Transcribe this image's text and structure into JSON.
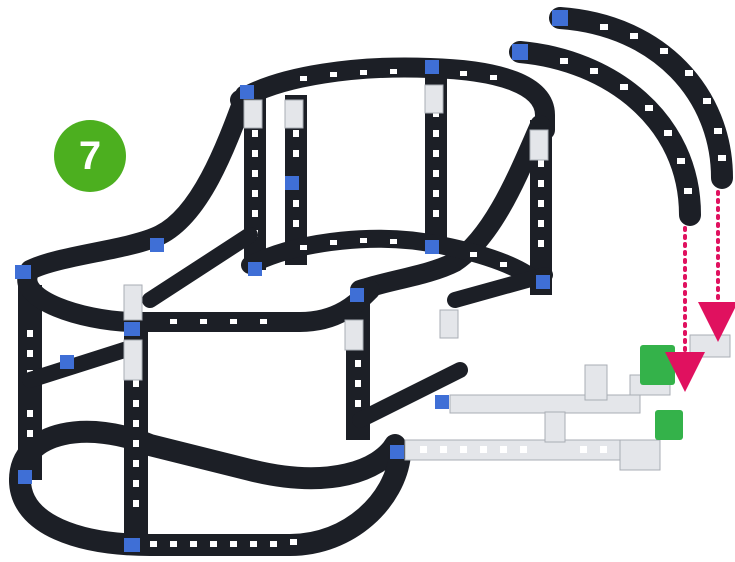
{
  "step": {
    "number": "7"
  },
  "colors": {
    "badge": "#4caf1f",
    "beam": "#1c1f26",
    "beam_edge": "#3a3f4a",
    "hole": "#ffffff",
    "connector_blue": "#3f6fd6",
    "connector_white": "#e4e6ea",
    "connector_white_edge": "#a9adb4",
    "connector_green": "#34b24a",
    "arrow": "#e0115f"
  },
  "icons": [
    "dotted-arrow-down-icon",
    "dotted-arrow-down-icon"
  ],
  "parts": {
    "loose_curved_beams": 2,
    "arrows": 2
  }
}
